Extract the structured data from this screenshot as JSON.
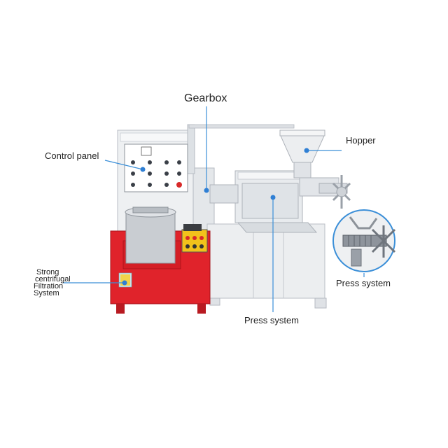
{
  "labels": {
    "gearbox": "Gearbox",
    "hopper": "Hopper",
    "control_panel": "Control panel",
    "strong_line1": "Strong",
    "strong_line2": "centrifugal",
    "strong_line3": "Filtration",
    "strong_line4": "System",
    "press_system_bottom": "Press system",
    "press_system_inset": "Press system"
  },
  "colors": {
    "machine_body": "#e9ecef",
    "machine_shadow": "#c8ccd2",
    "red_frame": "#e0232b",
    "leader_line": "#3b8fd8",
    "dot": "#2f7fd4"
  }
}
